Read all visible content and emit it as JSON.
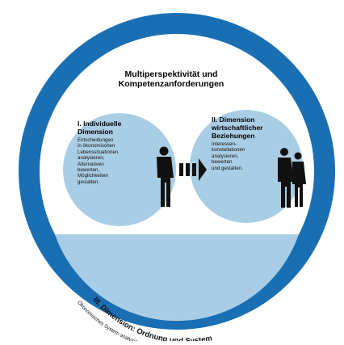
{
  "header": {
    "line1": "Multiperspektivität und",
    "line2": "Kompetenzanforderungen"
  },
  "dimension1": {
    "title_line1": "I. Individuelle",
    "title_line2": "Dimension",
    "body": [
      "Entscheidungen",
      "in ökonomischen",
      "Lebenssituationen",
      "analysieren,",
      "Alternativen",
      "bewerten,",
      "Möglichkeiten",
      "gestalten."
    ]
  },
  "dimension2": {
    "title_line1": "II. Dimension",
    "title_line2": "wirtschaftlicher",
    "title_line3": "Beziehungen",
    "body": [
      "Interessen-",
      "konstellationen",
      "analysieren,",
      "bewerten",
      "und gestalten."
    ]
  },
  "dimension3": {
    "title_line": "III. Dimension: Ordnung und System",
    "sub_line": "Ökonomisches System analysieren, bewerten und gestalten"
  },
  "colors": {
    "ring": "#1a6fb3",
    "inner_circle": "#a9cde5",
    "silhouette": "#111111"
  },
  "icons": [
    "person-silhouette-icon",
    "arrow-icon",
    "couple-silhouette-icon"
  ]
}
